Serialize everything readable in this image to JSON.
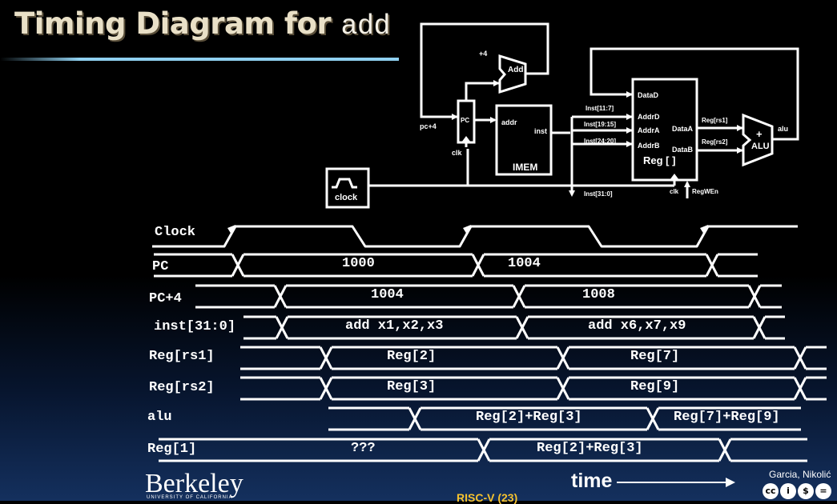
{
  "slide": {
    "title_text": "Timing Diagram for ",
    "title_code": "add"
  },
  "datapath": {
    "plus4": "+4",
    "adder": "Add",
    "pc": "PC",
    "pc_plus4": "pc+4",
    "clk": "clk",
    "addr": "addr",
    "inst": "inst",
    "imem": "IMEM",
    "inst_11_7": "Inst[11:7]",
    "inst_19_15": "Inst[19:15]",
    "inst_24_20": "Inst[24:20]",
    "inst_31_0": "Inst[31:0]",
    "data_d": "DataD",
    "addr_d": "AddrD",
    "addr_a": "AddrA",
    "addr_b": "AddrB",
    "data_a": "DataA",
    "data_b": "DataB",
    "reg_file": "Reg [ ]",
    "reg_rs1": "Reg[rs1]",
    "reg_rs2": "Reg[rs2]",
    "alu_plus": "+",
    "alu_block": "ALU",
    "alu_out": "alu",
    "clock_block": "clock",
    "reg_clk": "clk",
    "reg_wen": "RegWEn"
  },
  "timing": {
    "signals": {
      "clock": "Clock",
      "pc": "PC",
      "pc4": "PC+4",
      "inst": "inst[31:0]",
      "rs1": "Reg[rs1]",
      "rs2": "Reg[rs2]",
      "alu": "alu",
      "reg1": "Reg[1]"
    },
    "values": {
      "pc_a": "1000",
      "pc_b": "1004",
      "pc4_a": "1004",
      "pc4_b": "1008",
      "inst_a": "add x1,x2,x3",
      "inst_b": "add x6,x7,x9",
      "rs1_a": "Reg[2]",
      "rs1_b": "Reg[7]",
      "rs2_a": "Reg[3]",
      "rs2_b": "Reg[9]",
      "alu_a": "Reg[2]+Reg[3]",
      "alu_b": "Reg[7]+Reg[9]",
      "reg1_a": "???",
      "reg1_b": "Reg[2]+Reg[3]"
    },
    "time_label": "time"
  },
  "footer": {
    "logo": "Berkeley",
    "logo_sub": "UNIVERSITY OF CALIFORNIA",
    "page": "RISC-V (23)",
    "authors": "Garcia, Nikolić",
    "license": [
      "cc",
      "i",
      "$",
      "="
    ]
  },
  "colors": {
    "background_top": "#000000",
    "background_bottom": "#14305e",
    "title": "#e9e0c7",
    "rule": "#8fd0f0",
    "footer_page": "#f6c22e"
  }
}
